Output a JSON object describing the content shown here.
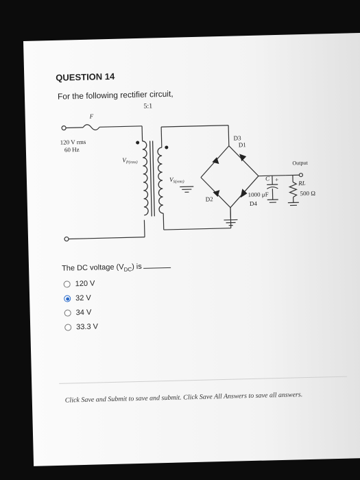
{
  "question": {
    "title": "QUESTION 14",
    "text": "For the following rectifier circuit,"
  },
  "circuit": {
    "ratio": "5:1",
    "fuse": "F",
    "source_voltage": "120 V rms",
    "source_freq": "60 Hz",
    "v_primary": "V",
    "v_primary_sub": "P(rms)",
    "v_secondary": "V",
    "v_secondary_sub": "S(rms)",
    "d1": "D1",
    "d2": "D2",
    "d3": "D3",
    "d4": "D4",
    "output_label": "Output",
    "capacitor": "C",
    "capacitor_value": "1000 μF",
    "resistor": "RL",
    "resistor_value": "500 Ω",
    "plus": "+"
  },
  "prompt": "The DC voltage (V",
  "prompt_sub": "DC",
  "prompt_end": ") is",
  "options": [
    {
      "label": "120 V",
      "selected": false
    },
    {
      "label": "32 V",
      "selected": true
    },
    {
      "label": "34 V",
      "selected": false
    },
    {
      "label": "33.3 V",
      "selected": false
    }
  ],
  "footer": "Click Save and Submit to save and submit. Click Save All Answers to save all answers."
}
